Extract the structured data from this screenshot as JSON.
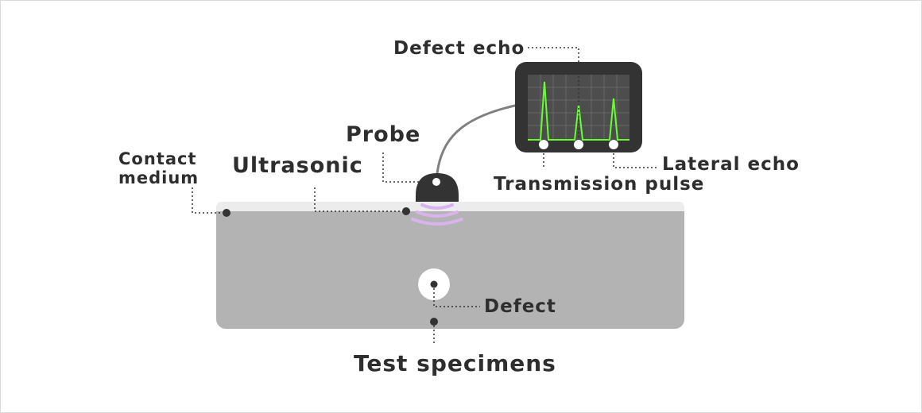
{
  "labels": {
    "defect_echo": "Defect echo",
    "probe": "Probe",
    "contact_medium_line1": "Contact",
    "contact_medium_line2": "medium",
    "ultrasonic": "Ultrasonic",
    "lateral_echo": "Lateral echo",
    "transmission_pulse": "Transmission pulse",
    "defect": "Defect",
    "test_specimens": "Test specimens"
  },
  "colors": {
    "specimen": "#b3b3b3",
    "contact_medium": "#ececec",
    "monitor_body": "#333333",
    "monitor_screen": "#4d4d4d",
    "waveform": "#66ff33",
    "ultrasonic_waves": "#d9b3ee",
    "leader_lines": "#333333",
    "text": "#2e2e2e"
  },
  "icons": {
    "probe": "probe-icon",
    "monitor": "oscilloscope-icon"
  }
}
